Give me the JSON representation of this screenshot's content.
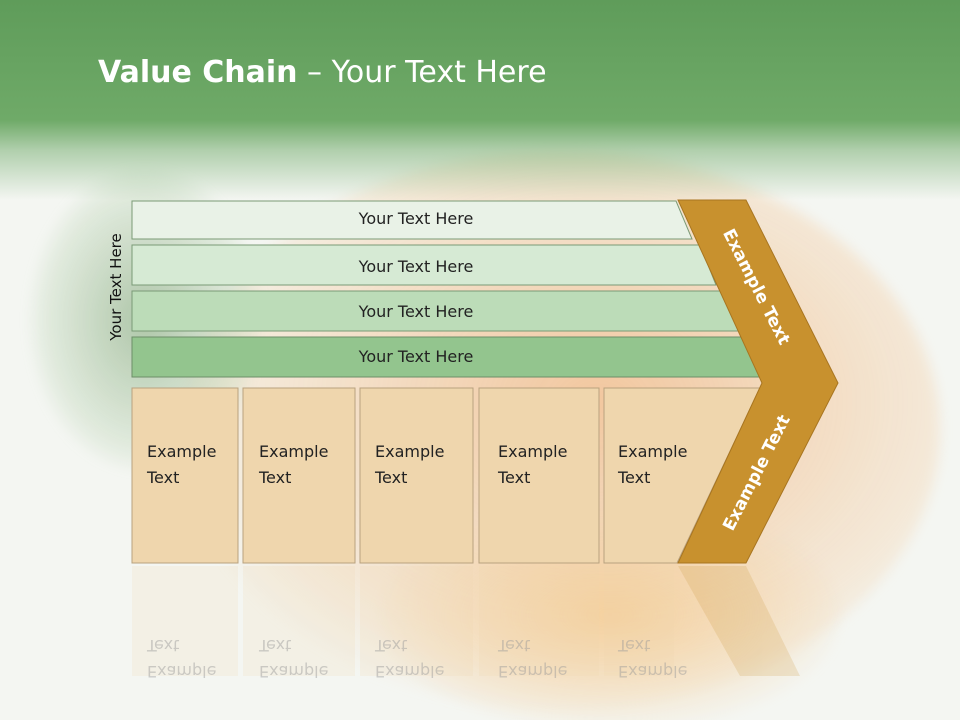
{
  "title": {
    "bold": "Value Chain",
    "rest": " – Your Text Here"
  },
  "side_label": "Your Text Here",
  "bars": [
    {
      "label": "Your Text Here",
      "color": "#e9f2e7"
    },
    {
      "label": "Your Text Here",
      "color": "#d6ead4"
    },
    {
      "label": "Your Text Here",
      "color": "#bcdcb8"
    },
    {
      "label": "Your Text Here",
      "color": "#93c58e"
    }
  ],
  "cells": [
    "Example\nText",
    "Example\nText",
    "Example\nText",
    "Example\nText",
    "Example\nText"
  ],
  "arrow": {
    "top_label": "Example Text",
    "bottom_label": "Example Text",
    "color": "#c8912e"
  },
  "colors": {
    "cell_fill": "#efd6ad",
    "header": "#6faa68"
  }
}
